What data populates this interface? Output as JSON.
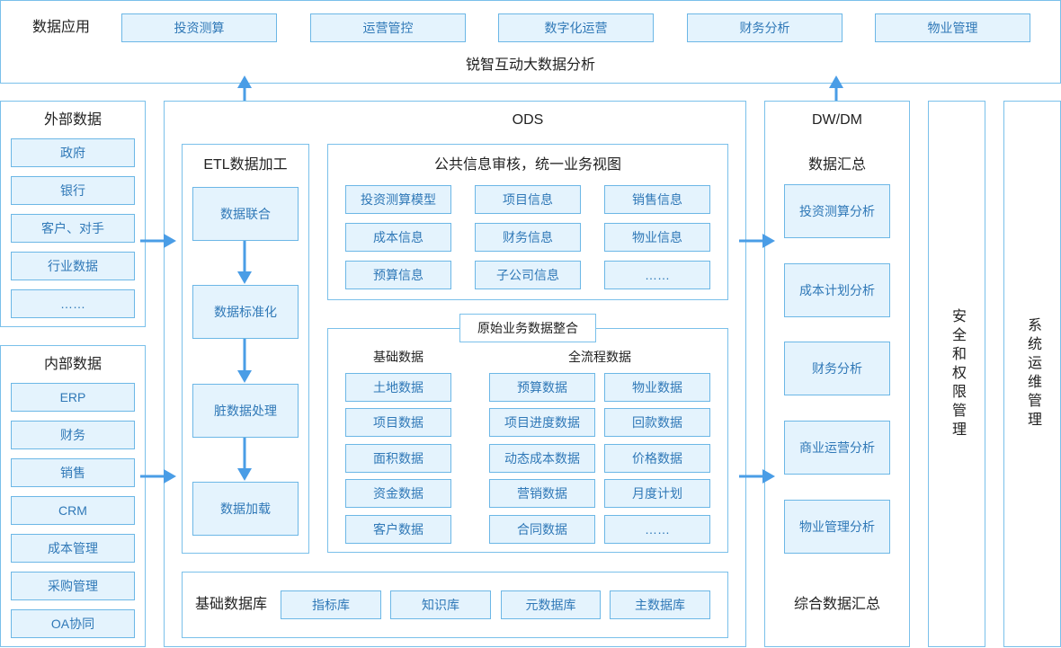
{
  "colors": {
    "border": "#7ac0ea",
    "cell_fill": "#e4f3fd",
    "cell_border": "#6cb7e6",
    "cell_text": "#2f78b7",
    "arrow": "#4a9de6",
    "title_text": "#222222"
  },
  "app_layer": {
    "label": "数据应用",
    "apps": [
      "投资测算",
      "运营管控",
      "数字化运营",
      "财务分析",
      "物业管理"
    ],
    "platform": "锐智互动大数据分析"
  },
  "external_data": {
    "title": "外部数据",
    "items": [
      "政府",
      "银行",
      "客户、对手",
      "行业数据",
      "……"
    ]
  },
  "internal_data": {
    "title": "内部数据",
    "items": [
      "ERP",
      "财务",
      "销售",
      "CRM",
      "成本管理",
      "采购管理",
      "OA协同"
    ]
  },
  "ods": {
    "title": "ODS",
    "etl": {
      "title": "ETL数据加工",
      "steps": [
        "数据联合",
        "数据标准化",
        "脏数据处理",
        "数据加载"
      ]
    },
    "public_info": {
      "title": "公共信息审核，统一业务视图",
      "items": [
        "投资测算模型",
        "项目信息",
        "销售信息",
        "成本信息",
        "财务信息",
        "物业信息",
        "预算信息",
        "子公司信息",
        "……"
      ]
    },
    "raw_business": {
      "title": "原始业务数据整合",
      "basic": {
        "title": "基础数据",
        "items": [
          "土地数据",
          "项目数据",
          "面积数据",
          "资金数据",
          "客户数据"
        ]
      },
      "process": {
        "title": "全流程数据",
        "items": [
          "预算数据",
          "物业数据",
          "项目进度数据",
          "回款数据",
          "动态成本数据",
          "价格数据",
          "营销数据",
          "月度计划",
          "合同数据",
          "……"
        ]
      }
    },
    "base_db": {
      "title": "基础数据库",
      "items": [
        "指标库",
        "知识库",
        "元数据库",
        "主数据库"
      ]
    }
  },
  "dw_dm": {
    "title": "DW/DM",
    "summary_title": "数据汇总",
    "items": [
      "投资测算分析",
      "成本计划分析",
      "财务分析",
      "商业运营分析",
      "物业管理分析"
    ],
    "footer": "综合数据汇总"
  },
  "security": {
    "title": "安全和权限管理"
  },
  "operations": {
    "title": "系统运维管理"
  }
}
